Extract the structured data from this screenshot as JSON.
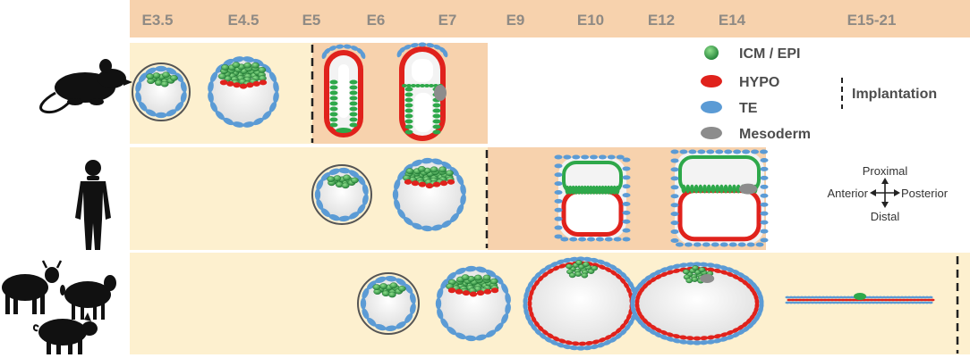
{
  "stages": [
    "E3.5",
    "E4.5",
    "E5",
    "E6",
    "E7",
    "E9",
    "E10",
    "E12",
    "E14",
    "E15-21"
  ],
  "species": [
    {
      "id": "mouse",
      "icon": "mouse-icon"
    },
    {
      "id": "human",
      "icon": "human-icon"
    },
    {
      "id": "ungulates",
      "icon": "livestock-icon"
    }
  ],
  "legend": {
    "items": [
      {
        "label": "ICM / EPI",
        "color": "#2ea84a"
      },
      {
        "label": "HYPO",
        "color": "#e0221c"
      },
      {
        "label": "TE",
        "color": "#5b9bd5"
      },
      {
        "label": "Mesoderm",
        "color": "#8c8c8c"
      }
    ],
    "implantation_label": "Implantation"
  },
  "axes": {
    "proximal": "Proximal",
    "distal": "Distal",
    "anterior": "Anterior",
    "posterior": "Posterior"
  },
  "colors": {
    "header_band": "#f7d2ad",
    "pre_implantation": "#fdf0cf",
    "post_implantation": "#f7d2ad",
    "epi": "#2ea84a",
    "hypo": "#e0221c",
    "te": "#5b9bd5",
    "mesoderm": "#8c8c8c",
    "cavity": "#eeeeee"
  }
}
